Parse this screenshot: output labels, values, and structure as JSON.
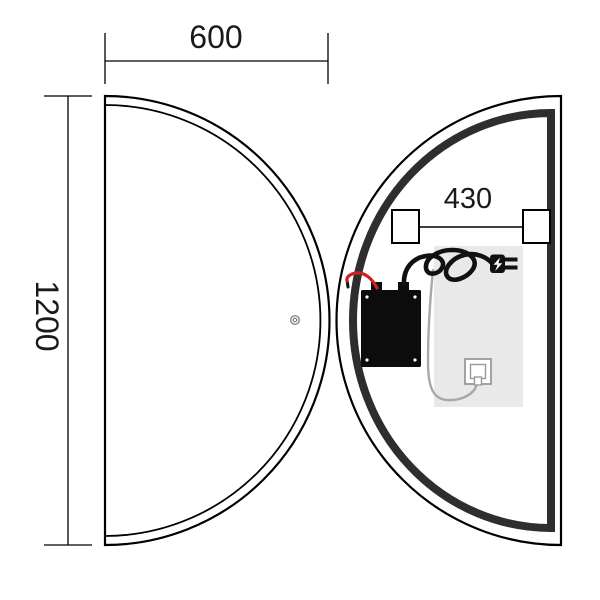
{
  "drawing": {
    "width_dimension": "600",
    "height_dimension": "1200",
    "bracket_spacing_dimension": "430"
  },
  "colors": {
    "outline": "#000000",
    "frame_band": "#2e2e2e",
    "backplate": "#e9e9e9",
    "junction_box": "#0c0c0c",
    "red_wire": "#cf1f1f",
    "power_cord": "#111111",
    "driver_wire": "#a8a8a8",
    "socket_border": "#999999"
  },
  "icons": {
    "touch_sensor": "concentric-circles",
    "power_plug": "plug-with-two-prongs",
    "lightning_bolt": "white-bolt-on-plug-body"
  }
}
